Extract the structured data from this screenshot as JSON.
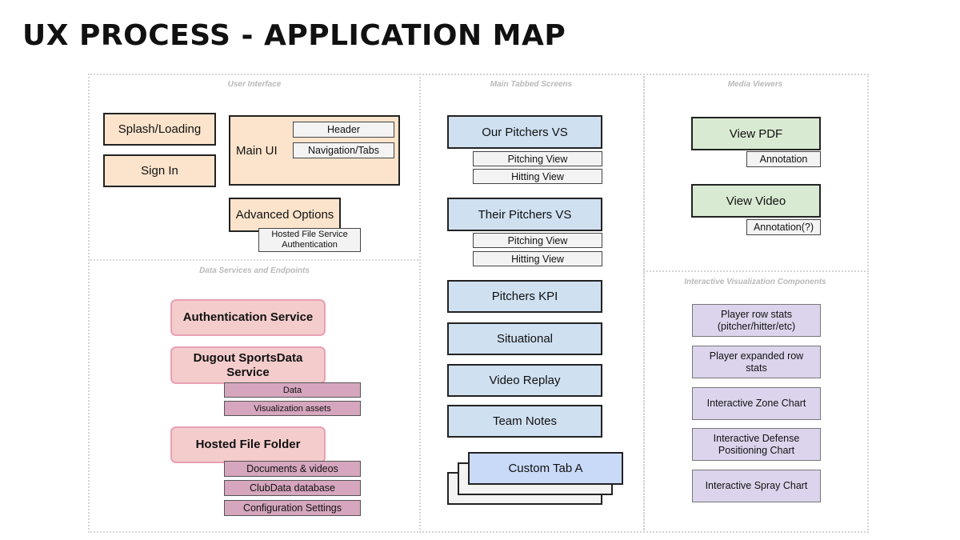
{
  "page_title": "UX PROCESS - APPLICATION MAP",
  "regions": {
    "user_interface": "User Interface",
    "main_tabbed_screens": "Main Tabbed Screens",
    "media_viewers": "Media Viewers",
    "data_services": "Data Services and Endpoints",
    "interactive_viz": "Interactive Visualization Components"
  },
  "user_interface": {
    "splash": "Splash/Loading",
    "sign_in": "Sign In",
    "main_ui": "Main UI",
    "header": "Header",
    "navigation": "Navigation/Tabs",
    "advanced_options": "Advanced Options",
    "hosted_auth": "Hosted File Service Authentication"
  },
  "tabs": {
    "our_pitchers": "Our Pitchers VS",
    "our_pitching_view": "Pitching View",
    "our_hitting_view": "Hitting View",
    "their_pitchers": "Their Pitchers VS",
    "their_pitching_view": "Pitching View",
    "their_hitting_view": "Hitting View",
    "pitchers_kpi": "Pitchers KPI",
    "situational": "Situational",
    "video_replay": "Video Replay",
    "team_notes": "Team Notes",
    "custom_tab": "Custom Tab A"
  },
  "media": {
    "view_pdf": "View PDF",
    "pdf_annotation": "Annotation",
    "view_video": "View Video",
    "video_annotation": "Annotation(?)"
  },
  "services": {
    "auth_service": "Authentication Service",
    "dugout_service": "Dugout SportsData Service",
    "data": "Data",
    "viz_assets": "Visualization assets",
    "hosted_folder": "Hosted File Folder",
    "documents": "Documents & videos",
    "clubdata": "ClubData database",
    "config": "Configuration Settings"
  },
  "viz": {
    "player_row": "Player row stats (pitcher/hitter/etc)",
    "player_expanded": "Player expanded row stats",
    "zone_chart": "Interactive Zone Chart",
    "defense_chart": "Interactive Defense Positioning Chart",
    "spray_chart": "Interactive Spray Chart"
  }
}
